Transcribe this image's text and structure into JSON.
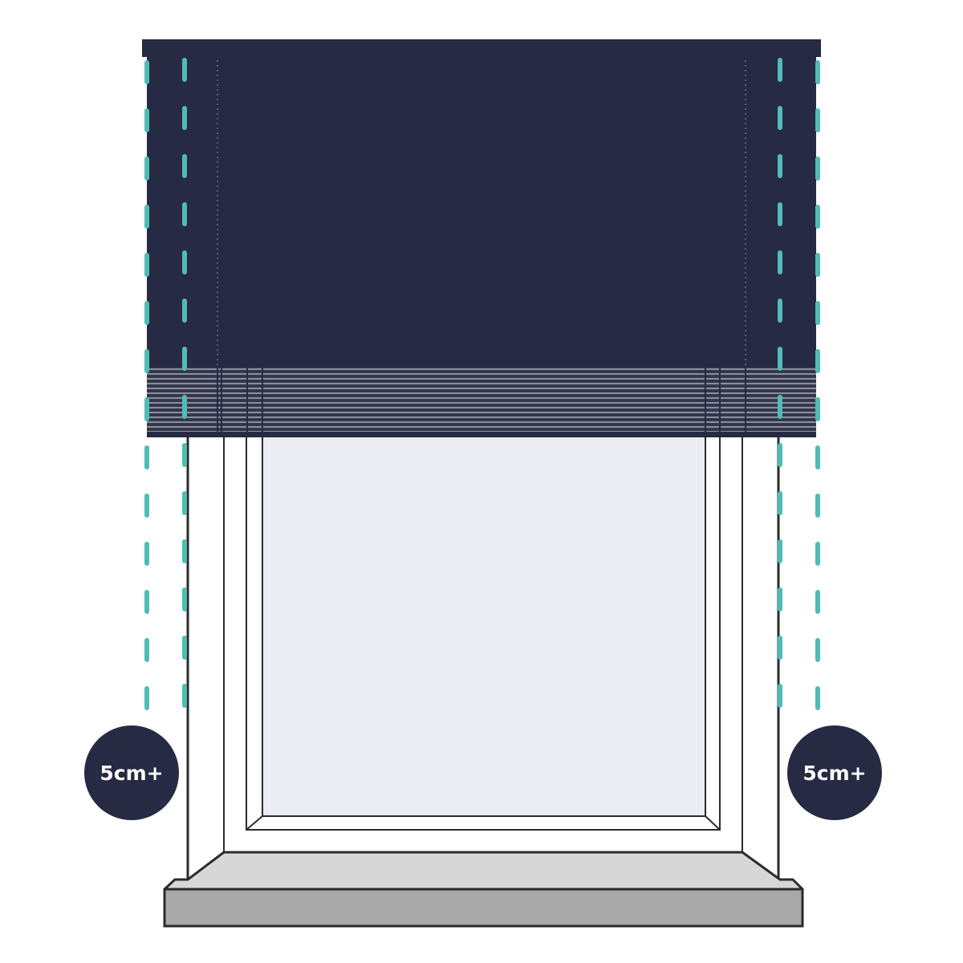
{
  "colors": {
    "blind": "#262a43",
    "guide": "#4fbdb5",
    "frame_stroke": "#2b2b2b",
    "glass": "#ecedf2",
    "sill_top": "#d7d7d7",
    "sill_front": "#a9a9a9",
    "badge": "#262a43",
    "badge_text": "#ffffff"
  },
  "badges": {
    "left": {
      "label": "5cm+"
    },
    "right": {
      "label": "5cm+"
    }
  },
  "icons": {
    "blind": "blind-icon",
    "window": "window-icon",
    "guides": "dashed-guide-lines"
  }
}
